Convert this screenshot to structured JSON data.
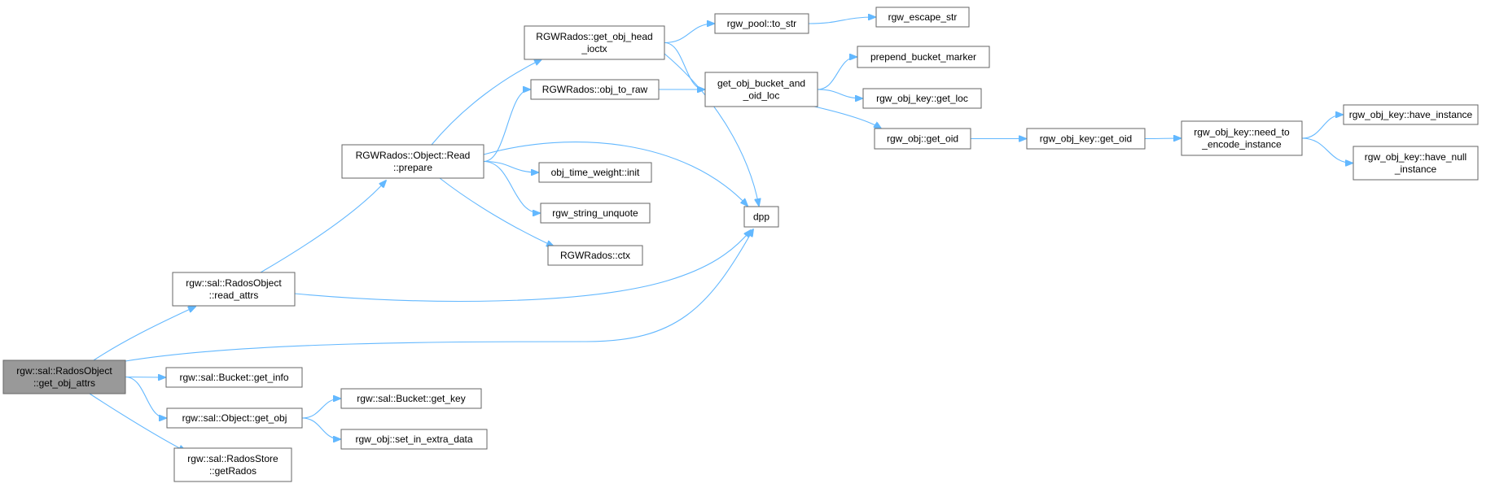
{
  "graph": {
    "colors": {
      "edge": "#63b8ff",
      "root_fill": "#999999",
      "node_fill": "#ffffff",
      "node_border": "#666666"
    },
    "nodes": [
      {
        "id": "root",
        "lines": [
          "rgw::sal::RadosObject",
          "::get_obj_attrs"
        ],
        "root": true
      },
      {
        "id": "read_attrs",
        "lines": [
          "rgw::sal::RadosObject",
          "::read_attrs"
        ]
      },
      {
        "id": "get_info",
        "lines": [
          "rgw::sal::Bucket::get_info"
        ]
      },
      {
        "id": "get_obj",
        "lines": [
          "rgw::sal::Object::get_obj"
        ]
      },
      {
        "id": "getRados",
        "lines": [
          "rgw::sal::RadosStore",
          "::getRados"
        ]
      },
      {
        "id": "prepare",
        "lines": [
          "RGWRados::Object::Read",
          "::prepare"
        ]
      },
      {
        "id": "get_key",
        "lines": [
          "rgw::sal::Bucket::get_key"
        ]
      },
      {
        "id": "set_in_extra",
        "lines": [
          "rgw_obj::set_in_extra_data"
        ]
      },
      {
        "id": "head_ioctx",
        "lines": [
          "RGWRados::get_obj_head",
          "_ioctx"
        ]
      },
      {
        "id": "obj_to_raw",
        "lines": [
          "RGWRados::obj_to_raw"
        ]
      },
      {
        "id": "time_weight",
        "lines": [
          "obj_time_weight::init"
        ]
      },
      {
        "id": "unquote",
        "lines": [
          "rgw_string_unquote"
        ]
      },
      {
        "id": "ctx",
        "lines": [
          "RGWRados::ctx"
        ]
      },
      {
        "id": "dpp",
        "lines": [
          "dpp"
        ]
      },
      {
        "id": "to_str",
        "lines": [
          "rgw_pool::to_str"
        ]
      },
      {
        "id": "bucket_oid",
        "lines": [
          "get_obj_bucket_and",
          "_oid_loc"
        ]
      },
      {
        "id": "escape_str",
        "lines": [
          "rgw_escape_str"
        ]
      },
      {
        "id": "prepend",
        "lines": [
          "prepend_bucket_marker"
        ]
      },
      {
        "id": "get_loc",
        "lines": [
          "rgw_obj_key::get_loc"
        ]
      },
      {
        "id": "obj_get_oid",
        "lines": [
          "rgw_obj::get_oid"
        ]
      },
      {
        "id": "key_get_oid",
        "lines": [
          "rgw_obj_key::get_oid"
        ]
      },
      {
        "id": "need_encode",
        "lines": [
          "rgw_obj_key::need_to",
          "_encode_instance"
        ]
      },
      {
        "id": "have_instance",
        "lines": [
          "rgw_obj_key::have_instance"
        ]
      },
      {
        "id": "have_null",
        "lines": [
          "rgw_obj_key::have_null",
          "_instance"
        ]
      }
    ],
    "edges": [
      {
        "from": "root",
        "to": "read_attrs"
      },
      {
        "from": "root",
        "to": "dpp"
      },
      {
        "from": "root",
        "to": "get_info"
      },
      {
        "from": "root",
        "to": "get_obj"
      },
      {
        "from": "root",
        "to": "getRados"
      },
      {
        "from": "read_attrs",
        "to": "prepare"
      },
      {
        "from": "read_attrs",
        "to": "dpp"
      },
      {
        "from": "get_obj",
        "to": "get_key"
      },
      {
        "from": "get_obj",
        "to": "set_in_extra"
      },
      {
        "from": "prepare",
        "to": "head_ioctx"
      },
      {
        "from": "prepare",
        "to": "obj_to_raw"
      },
      {
        "from": "prepare",
        "to": "dpp"
      },
      {
        "from": "prepare",
        "to": "time_weight"
      },
      {
        "from": "prepare",
        "to": "unquote"
      },
      {
        "from": "prepare",
        "to": "ctx"
      },
      {
        "from": "head_ioctx",
        "to": "to_str"
      },
      {
        "from": "head_ioctx",
        "to": "bucket_oid"
      },
      {
        "from": "head_ioctx",
        "to": "dpp"
      },
      {
        "from": "obj_to_raw",
        "to": "bucket_oid"
      },
      {
        "from": "to_str",
        "to": "escape_str"
      },
      {
        "from": "bucket_oid",
        "to": "prepend"
      },
      {
        "from": "bucket_oid",
        "to": "get_loc"
      },
      {
        "from": "bucket_oid",
        "to": "obj_get_oid"
      },
      {
        "from": "obj_get_oid",
        "to": "key_get_oid"
      },
      {
        "from": "key_get_oid",
        "to": "need_encode"
      },
      {
        "from": "need_encode",
        "to": "have_instance"
      },
      {
        "from": "need_encode",
        "to": "have_null"
      }
    ]
  }
}
